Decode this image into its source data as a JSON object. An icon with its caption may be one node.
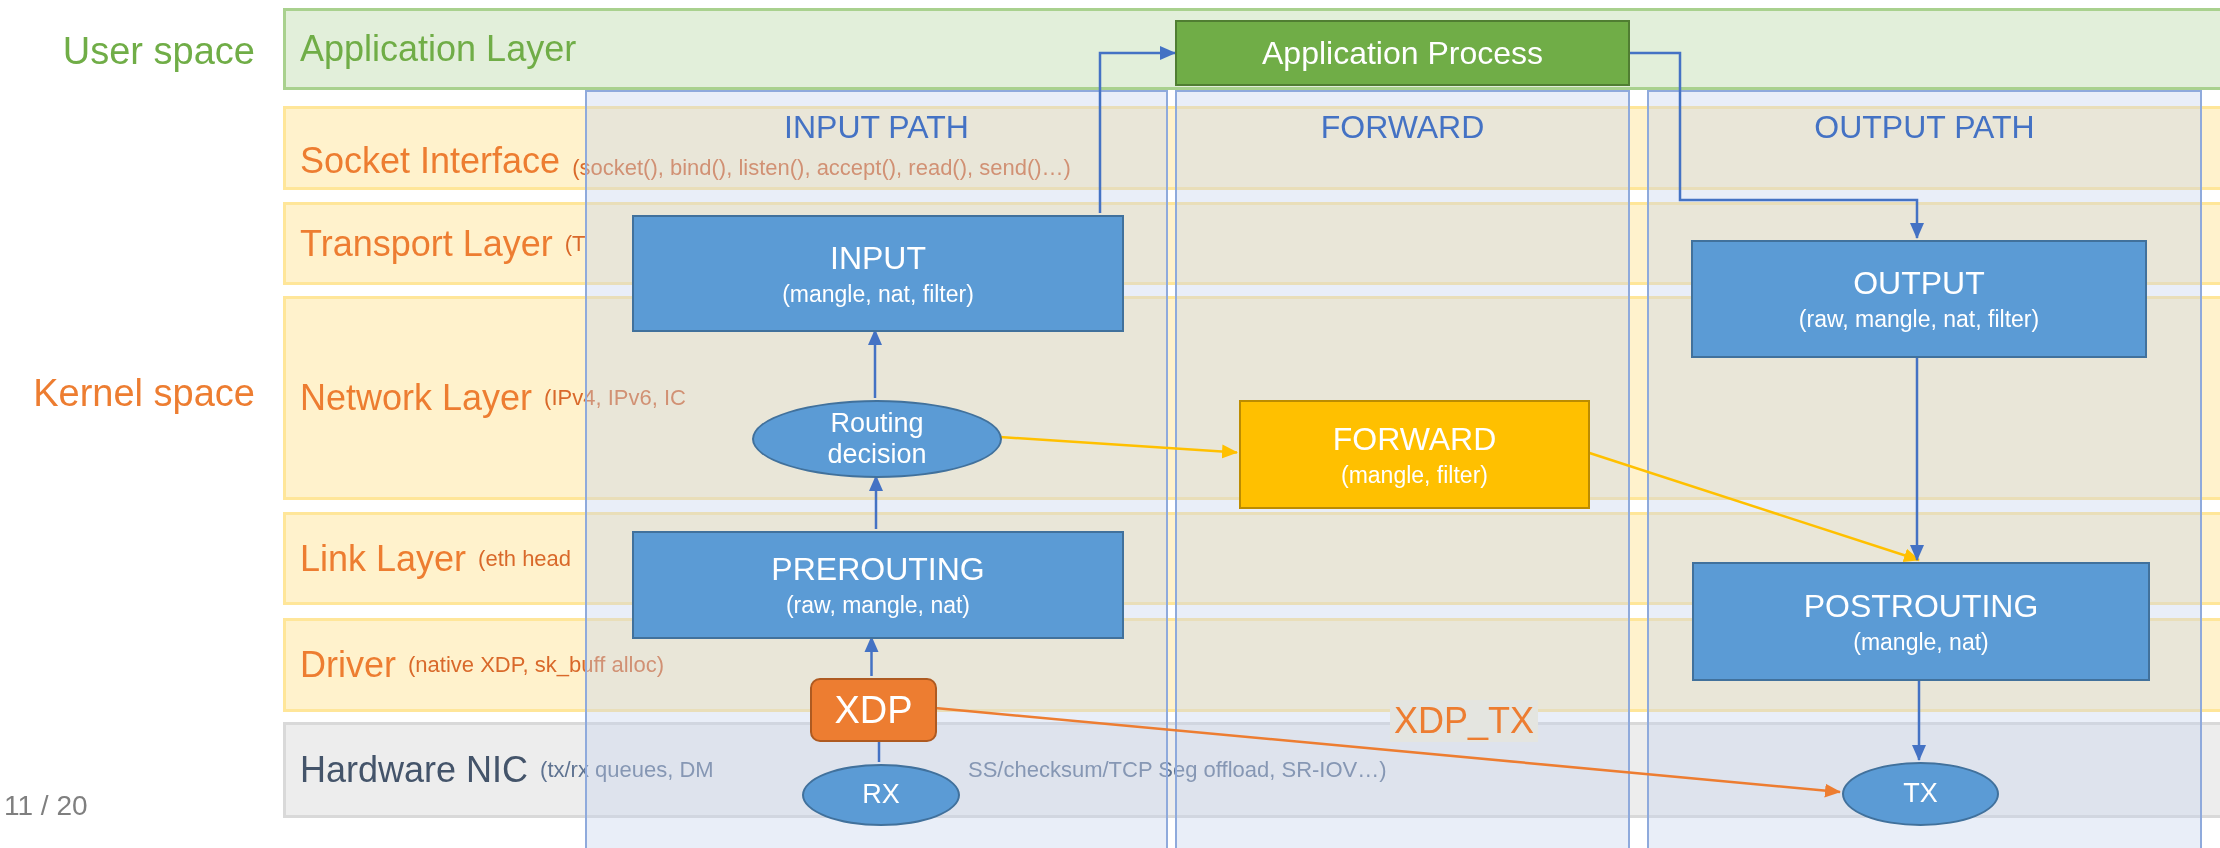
{
  "diagram": {
    "nodes": [
      {
        "text": [
          "Application Process"
        ]
      },
      {
        "text": [
          "INPUT PATH"
        ]
      },
      {
        "text": [
          "FORWARD"
        ]
      },
      {
        "text": [
          "OUTPUT PATH"
        ]
      },
      {
        "text": [
          "INPUT",
          "(mangle, nat, filter)"
        ],
        "in": 1
      },
      {
        "text": [
          "Routing decision"
        ],
        "in": 1
      },
      {
        "text": [
          "PREROUTING",
          "(raw, mangle, nat)"
        ],
        "in": 1
      },
      {
        "text": [
          "XDP"
        ],
        "in": 1
      },
      {
        "text": [
          "RX"
        ],
        "in": 1
      },
      {
        "text": [
          "FORWARD",
          "(mangle, filter)"
        ],
        "in": 2
      },
      {
        "text": [
          "OUTPUT",
          "(raw, mangle, nat, filter)"
        ],
        "in": 3
      },
      {
        "text": [
          "POSTROUTING",
          "(mangle, nat)"
        ],
        "in": 3
      },
      {
        "text": [
          "TX"
        ],
        "in": 3
      }
    ],
    "edges": [
      {
        "from": 8,
        "to": 7,
        "arrow": "none"
      },
      {
        "from": 7,
        "to": 6,
        "arrow": "to"
      },
      {
        "from": 6,
        "to": 5,
        "arrow": "to"
      },
      {
        "from": 5,
        "to": 4,
        "arrow": "to"
      },
      {
        "from": 4,
        "to": 0,
        "arrow": "to"
      },
      {
        "from": 0,
        "to": 10,
        "arrow": "to"
      },
      {
        "from": 5,
        "to": 9,
        "arrow": "to",
        "color": "#ffc000"
      },
      {
        "from": 9,
        "to": 11,
        "arrow": "to",
        "color": "#ffc000"
      },
      {
        "from": 10,
        "to": 11,
        "arrow": "to"
      },
      {
        "from": 11,
        "to": 12,
        "arrow": "to"
      },
      {
        "from": 7,
        "to": 12,
        "arrow": "to",
        "label": "XDP_TX",
        "color": "#ed7d31"
      }
    ],
    "labels": [
      "User space",
      "Application Layer",
      "Socket Interface",
      "(socket(), bind(), listen(), accept(), read(), send()…)",
      "Transport Layer",
      "(T",
      "Kernel space",
      "Network Layer",
      "(IPv4, IPv6, IC",
      "Link Layer",
      "(eth head",
      "Driver",
      "(native XDP, sk_buff alloc)",
      "Hardware NIC",
      "(tx/rx queues, DM",
      "SS/checksum/TCP Seg offload, SR-IOV…)",
      "11 / 20"
    ]
  }
}
